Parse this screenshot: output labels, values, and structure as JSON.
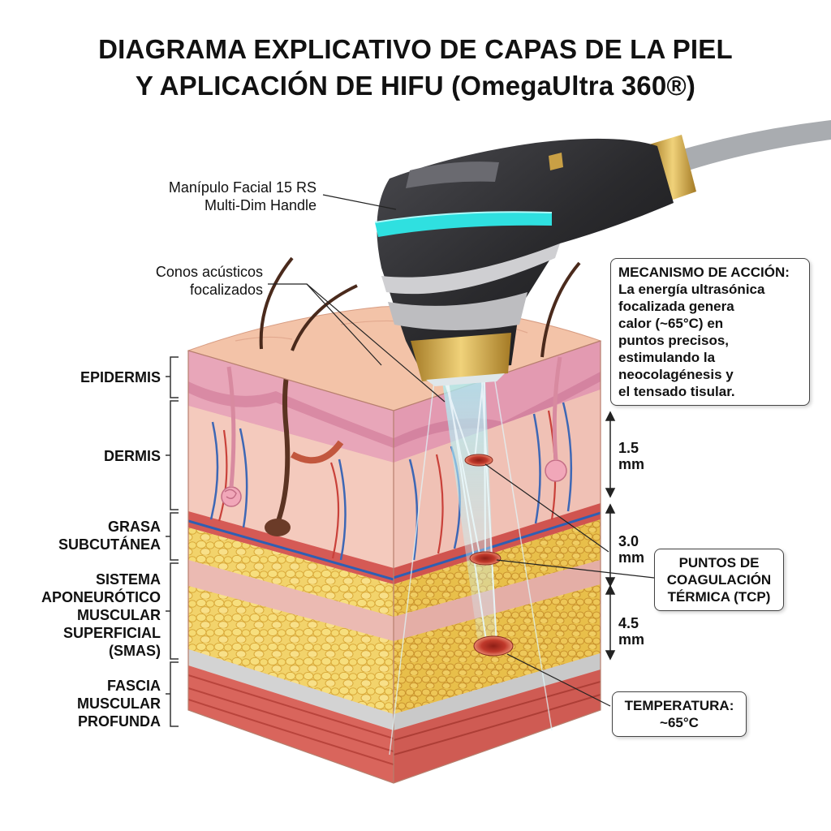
{
  "title": {
    "line1": "DIAGRAMA EXPLICATIVO DE CAPAS DE LA PIEL",
    "line2": "Y APLICACIÓN DE HIFU (OmegaUltra 360®)"
  },
  "handle_label": {
    "line1": "Manípulo Facial 15 RS",
    "line2": "Multi-Dim Handle"
  },
  "cones_label": {
    "line1": "Conos acústicos",
    "line2": "focalizados"
  },
  "layers": [
    {
      "id": "epidermis",
      "lines": [
        "EPIDERMIS"
      ],
      "color": "#e8a6b9"
    },
    {
      "id": "dermis",
      "lines": [
        "DERMIS"
      ],
      "color": "#f3c6bb"
    },
    {
      "id": "grasa",
      "lines": [
        "GRASA",
        "SUBCUTÁNEA"
      ],
      "color": "#efca4a"
    },
    {
      "id": "smas",
      "lines": [
        "SISTEMA",
        "APONEURÓTICO",
        "MUSCULAR",
        "SUPERFICIAL",
        "(SMAS)"
      ],
      "color": "#e9b3ad"
    },
    {
      "id": "fascia",
      "lines": [
        "FASCIA",
        "MUSCULAR",
        "PROFUNDA"
      ],
      "color": "#d9655c"
    }
  ],
  "mechanism": {
    "heading": "MECANISMO DE ACCIÓN:",
    "lines": [
      "La energía ultrasónica",
      "focalizada genera",
      "calor (~65°C) en",
      "puntos precisos,",
      "estimulando la",
      "neocolagénesis y",
      "el tensado tisular."
    ]
  },
  "depths": [
    {
      "line1": "1.5",
      "line2": "mm"
    },
    {
      "line1": "3.0",
      "line2": "mm"
    },
    {
      "line1": "4.5",
      "line2": "mm"
    }
  ],
  "tcp_box": {
    "lines": [
      "PUNTOS DE",
      "COAGULACIÓN",
      "TÉRMICA (TCP)"
    ]
  },
  "temp_box": {
    "lines": [
      "TEMPERATURA:",
      "~65°C"
    ]
  },
  "colors": {
    "handle_body": "#2b2b2e",
    "handle_light": "#2fe0e0",
    "gold": "#c9a045",
    "beam": "#bfe8ef",
    "coag": "#c0392b"
  }
}
